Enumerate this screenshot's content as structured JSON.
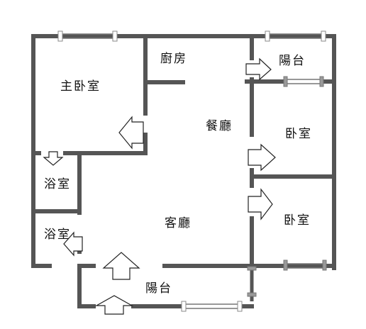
{
  "rooms": {
    "master_bedroom": "主卧室",
    "kitchen": "廚房",
    "balcony_top": "陽台",
    "dining_room": "餐廳",
    "bedroom_1": "卧室",
    "bathroom_1": "浴室",
    "bathroom_2": "浴室",
    "living_room": "客廳",
    "bedroom_2": "卧室",
    "balcony_bottom": "陽台"
  },
  "colors": {
    "wall": "#555555",
    "background": "#ffffff",
    "arrow_fill": "#ffffff",
    "arrow_stroke": "#222222"
  }
}
